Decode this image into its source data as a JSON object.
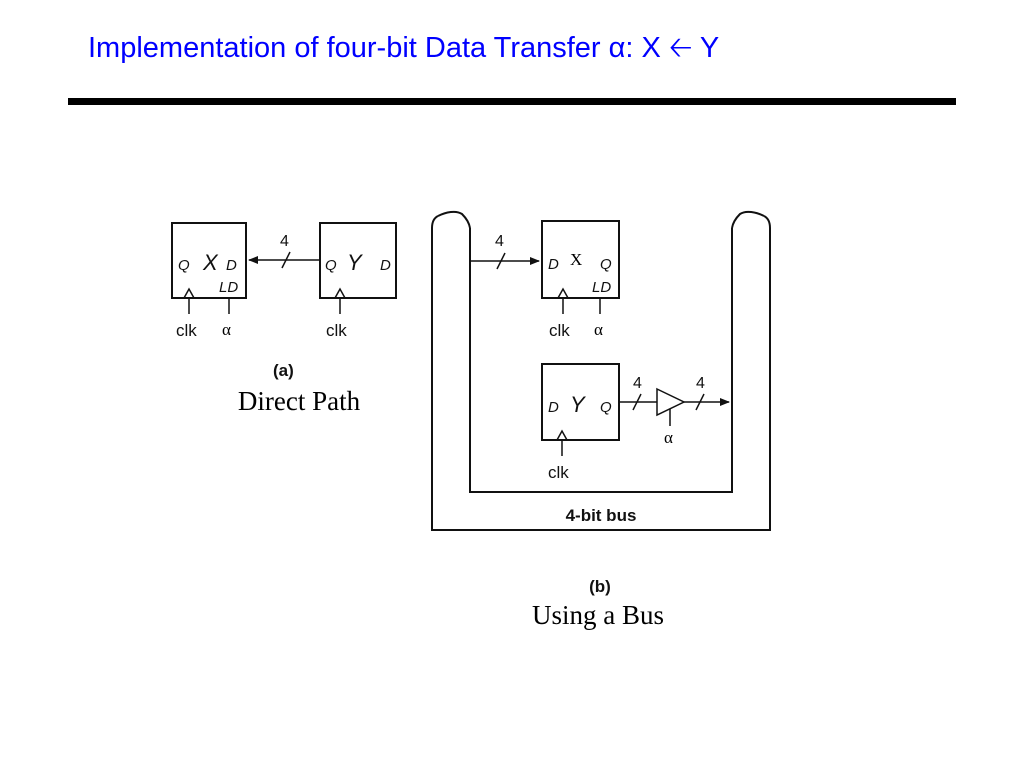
{
  "slide": {
    "title": "Implementation of four-bit Data Transfer α: X 🡠 Y",
    "accent_color": "#0000ff",
    "rule_color": "#000000"
  },
  "part_a": {
    "reg_x": {
      "name": "X",
      "q": "Q",
      "d": "D",
      "ld": "LD",
      "clk": "clk",
      "enable": "α"
    },
    "reg_y": {
      "name": "Y",
      "q": "Q",
      "d": "D",
      "clk": "clk"
    },
    "bus_width": "4",
    "label": "(a)",
    "caption": "Direct Path"
  },
  "part_b": {
    "reg_x": {
      "name": "X",
      "q": "Q",
      "d": "D",
      "ld": "LD",
      "clk": "clk",
      "enable": "α"
    },
    "reg_y": {
      "name": "Y",
      "q": "Q",
      "d": "D",
      "clk": "clk"
    },
    "width_in": "4",
    "width_y_out": "4",
    "width_buffer_out": "4",
    "buffer_enable": "α",
    "bus_label": "4-bit bus",
    "label": "(b)",
    "caption": "Using a Bus"
  }
}
